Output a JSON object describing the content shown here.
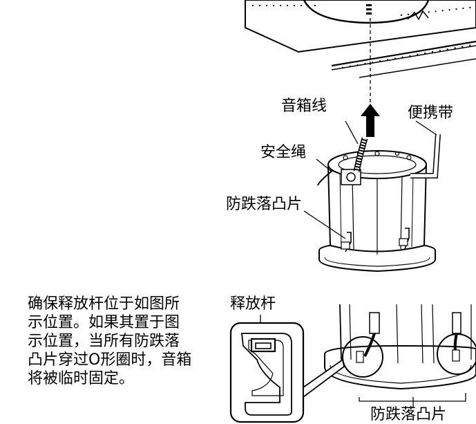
{
  "labels": {
    "speaker_wire": "音箱线",
    "carry_strap": "便携带",
    "safety_wire": "安全绳",
    "anti_fall_tab": "防跌落凸片",
    "release_lever": "释放杆",
    "anti_fall_tabs_bottom": "防跌落凸片"
  },
  "instruction": {
    "lines": [
      "确保释放杆位于如图所",
      "示位置。如果其置于图",
      "示位置，当所有防跌落",
      "凸片穿过O形圈时，音箱",
      "将被临时固定。"
    ]
  }
}
